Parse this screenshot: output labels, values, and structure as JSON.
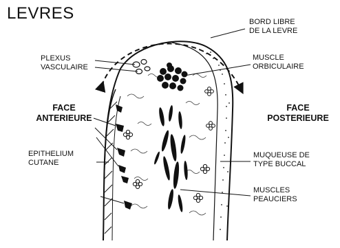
{
  "title": "LEVRES",
  "labels": {
    "bord_libre": [
      "BORD LIBRE",
      "DE LA LEVRE"
    ],
    "plexus": [
      "PLEXUS",
      "VASCULAIRE"
    ],
    "muscle_orbiculaire": [
      "MUSCLE",
      "ORBICULAIRE"
    ],
    "face_anterieure": [
      "FACE",
      "ANTERIEURE"
    ],
    "face_posterieure": [
      "FACE",
      "POSTERIEURE"
    ],
    "epithelium": [
      "EPITHELIUM",
      "CUTANE"
    ],
    "muqueuse": [
      "MUQUEUSE DE",
      "TYPE BUCCAL"
    ],
    "muscles_peauciers": [
      "MUSCLES",
      "PEAUCIERS"
    ]
  },
  "colors": {
    "ink": "#111111",
    "paper": "#ffffff"
  }
}
